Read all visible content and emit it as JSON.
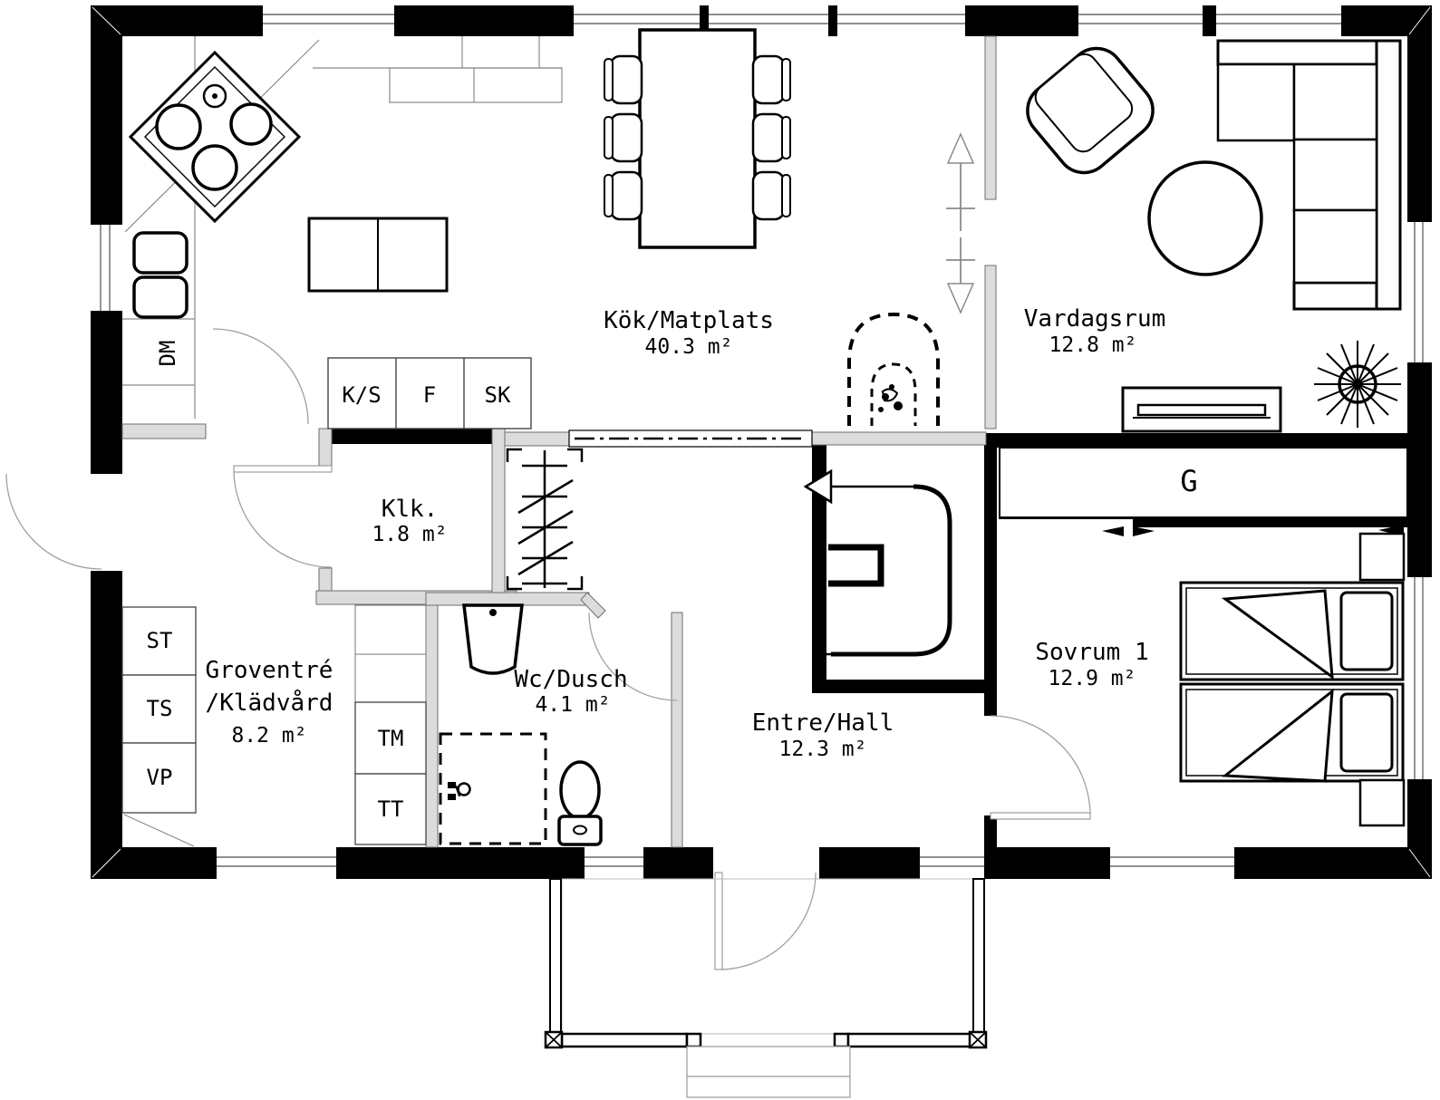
{
  "plan": {
    "rooms": [
      {
        "name": "Kök/Matplats",
        "area": "40.3 m²"
      },
      {
        "name": "Vardagsrum",
        "area": "12.8 m²"
      },
      {
        "name": "Klk.",
        "area": "1.8 m²"
      },
      {
        "name": "Groventré",
        "name2": "/Klädvård",
        "area": "8.2 m²"
      },
      {
        "name": "Wc/Dusch",
        "area": "4.1 m²"
      },
      {
        "name": "Entre/Hall",
        "area": "12.3 m²"
      },
      {
        "name": "Sovrum 1",
        "area": "12.9 m²"
      }
    ],
    "cabinets": {
      "dm": "DM",
      "ks": "K/S",
      "f": "F",
      "sk": "SK",
      "st": "ST",
      "ts": "TS",
      "vp": "VP",
      "tm": "TM",
      "tt": "TT",
      "g": "G"
    },
    "colors": {
      "wall": "#000000",
      "partition": "#dcdcdc",
      "line": "#8a8a8a",
      "background": "#ffffff"
    }
  }
}
